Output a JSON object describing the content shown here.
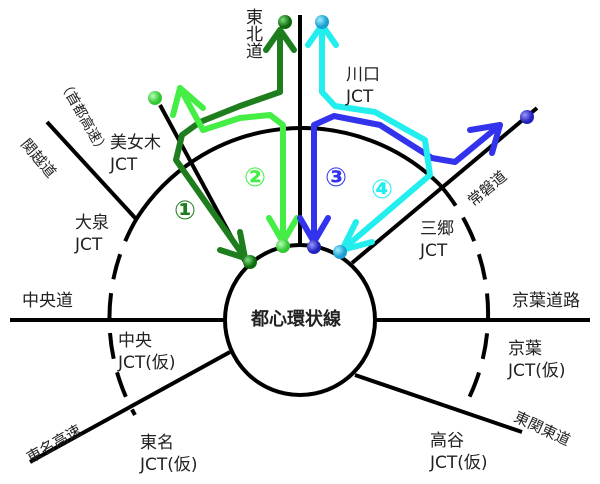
{
  "center": "都心環状線",
  "roads": {
    "tohoku": "東北道",
    "shuto": "（首都高速）",
    "kanetsu": "関越道",
    "chuo": "中央道",
    "tomei": "東名高速",
    "joban": "常磐道",
    "keiyo": "京葉道路",
    "higashikanto": "東関東道"
  },
  "jct": {
    "bijogi": [
      "美女木",
      "JCT"
    ],
    "oizumi": [
      "大泉",
      "JCT"
    ],
    "chuo": [
      "中央",
      "JCT(仮)"
    ],
    "tomei": [
      "東名",
      "JCT(仮)"
    ],
    "kawaguchi": [
      "川口",
      "JCT"
    ],
    "misato": [
      "三郷",
      "JCT"
    ],
    "keiyo": [
      "京葉",
      "JCT(仮)"
    ],
    "takaya": [
      "高谷",
      "JCT(仮)"
    ]
  },
  "routes": [
    {
      "label": "①",
      "color": "#1e7e1e"
    },
    {
      "label": "②",
      "color": "#44ee44"
    },
    {
      "label": "③",
      "color": "#3333ee"
    },
    {
      "label": "④",
      "color": "#22eeee"
    }
  ]
}
